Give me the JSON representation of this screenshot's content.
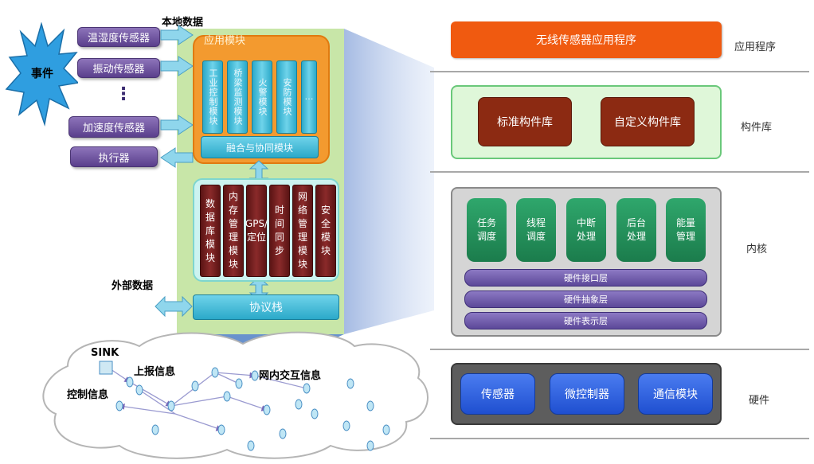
{
  "left": {
    "event_label": "事件",
    "local_data_label": "本地数据",
    "external_data_label": "外部数据",
    "sensors": [
      "温湿度传感器",
      "振动传感器",
      "加速度传感器"
    ],
    "ellipsis": "⋮",
    "actuator": "执行器",
    "app_module_title": "应用模块",
    "app_columns": [
      "工业控制模块",
      "桥梁监测模块",
      "火警模块",
      "安防模块",
      "…"
    ],
    "fusion_bar": "融合与协同模块",
    "middle_columns": [
      "数据库模块",
      "内存管理模块",
      "GPS/定位",
      "时间同步",
      "网络管理模块",
      "安全模块"
    ],
    "protocol_bar": "协议栈",
    "network": {
      "sink_label": "SINK",
      "report_label": "上报信息",
      "control_label": "控制信息",
      "interaction_label": "网内交互信息"
    }
  },
  "right": {
    "app_bar": "无线传感器应用程序",
    "layer_app": "应用程序",
    "library_buttons": [
      "标准构件库",
      "自定义构件库"
    ],
    "layer_library": "构件库",
    "kernel_buttons": [
      "任务调度",
      "线程调度",
      "中断处理",
      "后台处理",
      "能量管理"
    ],
    "kernel_bars": [
      "硬件接口层",
      "硬件抽象层",
      "硬件表示层"
    ],
    "layer_kernel": "内核",
    "hardware_buttons": [
      "传感器",
      "微控制器",
      "通信模块"
    ],
    "layer_hardware": "硬件"
  },
  "colors": {
    "orange": "#f05a10",
    "brown": "#8c2a12",
    "teal": "#1b7c4c",
    "purple": "#5c4899",
    "blue": "#1f4fd0"
  }
}
